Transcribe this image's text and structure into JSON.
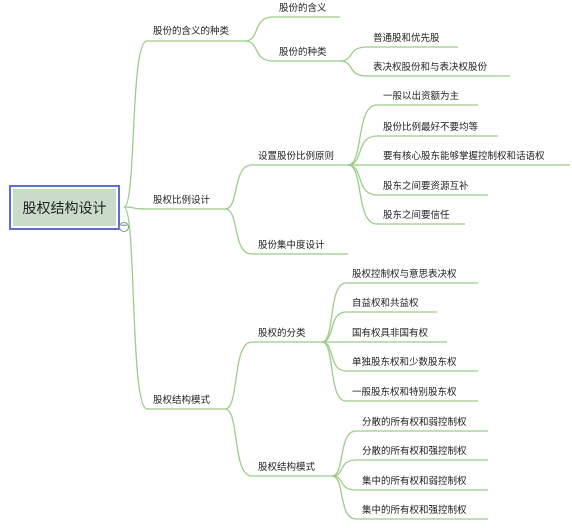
{
  "root": "股权结构设计",
  "toggle_symbol": "−",
  "l1": [
    "股份的含义的种类",
    "股权比例设计",
    "股权结构模式"
  ],
  "l2": [
    "股份的含义",
    "股份的种类",
    "设置股份比例原则",
    "股份集中度设计",
    "股权的分类",
    "股权结构模式"
  ],
  "l3": [
    "普通股和优先股",
    "表决权股份和与表决权股份",
    "一般以出资额为主",
    "股份比例最好不要均等",
    "要有核心股东能够掌握控制权和话语权",
    "股东之间要资源互补",
    "股东之间要信任",
    "股权控制权与意思表决权",
    "自益权和共益权",
    "国有权具非国有权",
    "单独股东权和少数股东权",
    "一般股东权和特别股东权",
    "分散的所有权和弱控制权",
    "分散的所有权和强控制权",
    "集中的所有权和弱控制权",
    "集中的所有权和强控制权"
  ],
  "colors": {
    "line": "#9ccc8c",
    "root_fill": "#c9dcc9",
    "root_border": "#5b6fd6"
  }
}
